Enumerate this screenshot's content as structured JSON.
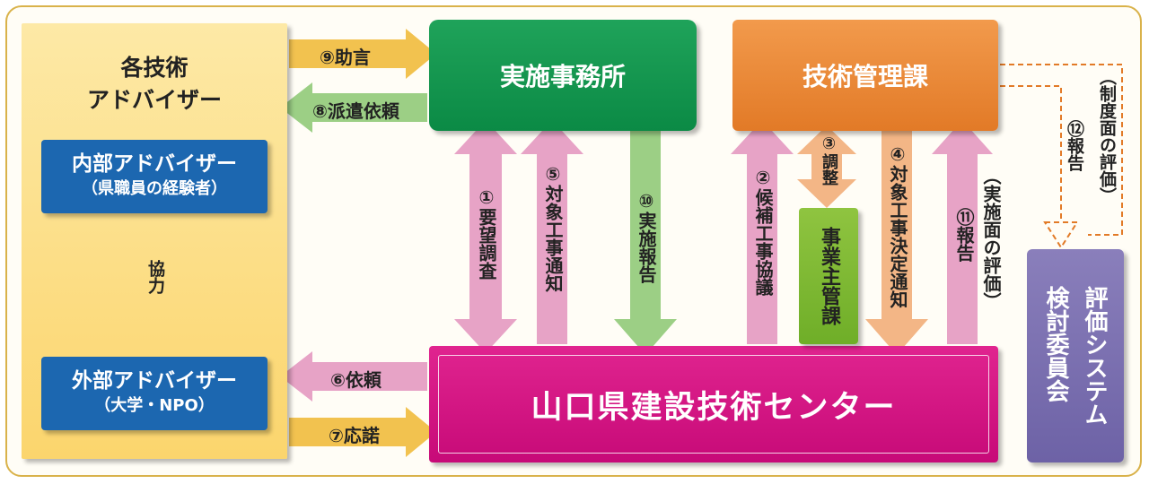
{
  "advisors": {
    "title_line1": "各技術",
    "title_line2": "アドバイザー",
    "internal": {
      "line1": "内部アドバイザー",
      "line2": "（県職員の経験者）"
    },
    "external": {
      "line1": "外部アドバイザー",
      "line2": "（大学・NPO）"
    },
    "cooperation": "協力"
  },
  "nodes": {
    "office": "実施事務所",
    "tech_management": "技術管理課",
    "center": "山口県建設技術センター",
    "business_owner": "事業主管課",
    "committee_col1": "評価システム",
    "committee_col2": "検討委員会"
  },
  "flows": {
    "f9": "⑨助言",
    "f8": "⑧派遣依頼",
    "f6": "⑥依頼",
    "f7": "⑦応諾",
    "f1": "①要望調査",
    "f5": "⑤対象工事通知",
    "f10": "⑩実施報告",
    "f2": "②候補工事協議",
    "f3": "③調整",
    "f4": "④対象工事決定通知",
    "f11": "⑪報告",
    "f11_note": "（実施面の評価）",
    "f12": "⑫報告",
    "f12_note": "（制度面の評価）"
  },
  "colors": {
    "border": "#d9b24a",
    "advisor_panel": "#fbd56d",
    "blue": "#1c67b0",
    "green": "#0b8a45",
    "orange": "#e27a27",
    "magenta": "#c70a78",
    "lime": "#6fae28",
    "purple": "#6d62a6",
    "arrow_yellow": "#f2c24f",
    "arrow_green": "#9ccf85",
    "arrow_pink": "#e7a3c6",
    "arrow_orange": "#f3b686",
    "arrow_lavender": "#a8a9d3"
  }
}
